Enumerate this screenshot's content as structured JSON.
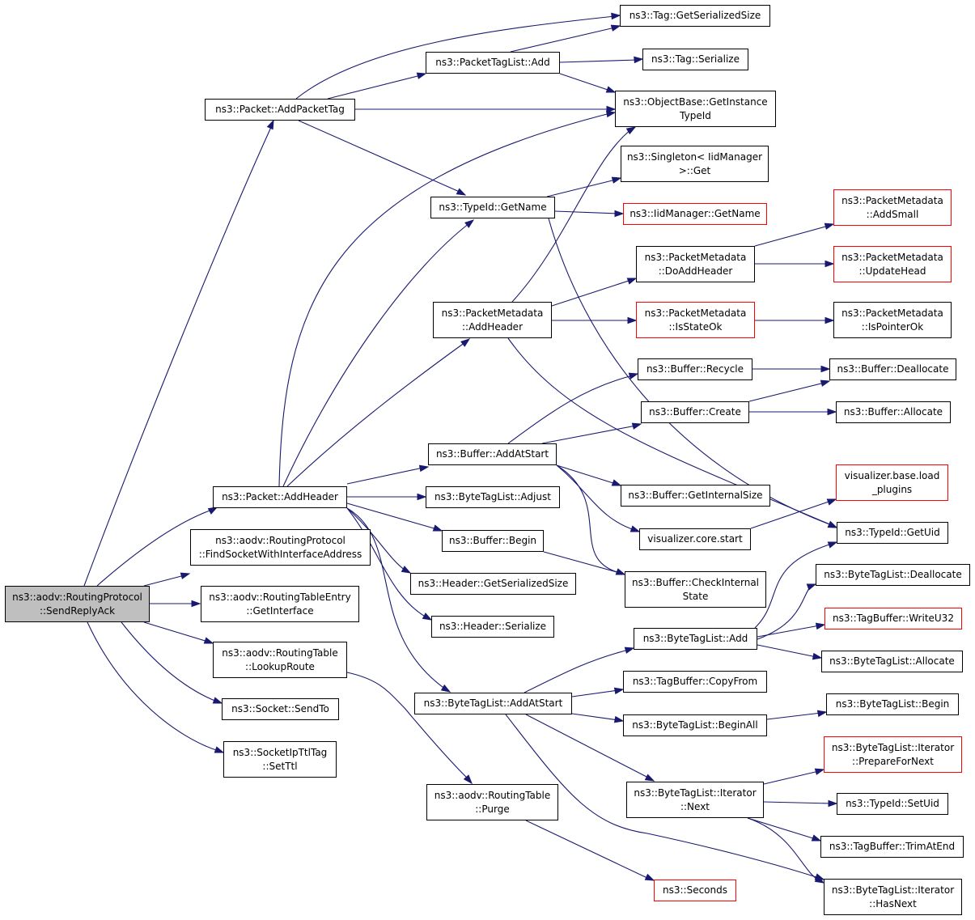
{
  "colors": {
    "edge": "#191970",
    "node_border": "#000000",
    "node_border_external": "#ff0000",
    "root_fill": "#bfbfbf"
  },
  "nodes": {
    "root": {
      "label": "ns3::aodv::RoutingProtocol\n::SendReplyAck"
    },
    "addPacketTag": {
      "label": "ns3::Packet::AddPacketTag"
    },
    "addHeader": {
      "label": "ns3::Packet::AddHeader"
    },
    "findSocket": {
      "label": "ns3::aodv::RoutingProtocol\n::FindSocketWithInterfaceAddress"
    },
    "getInterface": {
      "label": "ns3::aodv::RoutingTableEntry\n::GetInterface"
    },
    "lookupRoute": {
      "label": "ns3::aodv::RoutingTable\n::LookupRoute"
    },
    "sendTo": {
      "label": "ns3::Socket::SendTo"
    },
    "setTtl": {
      "label": "ns3::SocketIpTtlTag\n::SetTtl"
    },
    "ptlAdd": {
      "label": "ns3::PacketTagList::Add"
    },
    "typeGetName": {
      "label": "ns3::TypeId::GetName"
    },
    "pmAddHeader": {
      "label": "ns3::PacketMetadata\n::AddHeader"
    },
    "bufAddAtStart": {
      "label": "ns3::Buffer::AddAtStart"
    },
    "btlAdjust": {
      "label": "ns3::ByteTagList::Adjust"
    },
    "bufBegin": {
      "label": "ns3::Buffer::Begin"
    },
    "hdrSize": {
      "label": "ns3::Header::GetSerializedSize"
    },
    "hdrSerialize": {
      "label": "ns3::Header::Serialize"
    },
    "btlAddAtStart": {
      "label": "ns3::ByteTagList::AddAtStart"
    },
    "purge": {
      "label": "ns3::aodv::RoutingTable\n::Purge"
    },
    "tagSize": {
      "label": "ns3::Tag::GetSerializedSize"
    },
    "tagSerialize": {
      "label": "ns3::Tag::Serialize"
    },
    "getInstanceTypeId": {
      "label": "ns3::ObjectBase::GetInstance\nTypeId"
    },
    "singletonGet": {
      "label": "ns3::Singleton< IidManager\n>::Get"
    },
    "iidGetName": {
      "label": "ns3::IidManager::GetName"
    },
    "pmDoAddHeader": {
      "label": "ns3::PacketMetadata\n::DoAddHeader"
    },
    "pmIsStateOk": {
      "label": "ns3::PacketMetadata\n::IsStateOk"
    },
    "bufRecycle": {
      "label": "ns3::Buffer::Recycle"
    },
    "bufCreate": {
      "label": "ns3::Buffer::Create"
    },
    "bufInternalSize": {
      "label": "ns3::Buffer::GetInternalSize"
    },
    "vizStart": {
      "label": "visualizer.core.start"
    },
    "bufCheckInternal": {
      "label": "ns3::Buffer::CheckInternal\nState"
    },
    "btlAdd": {
      "label": "ns3::ByteTagList::Add"
    },
    "tbCopyFrom": {
      "label": "ns3::TagBuffer::CopyFrom"
    },
    "btlBeginAll": {
      "label": "ns3::ByteTagList::BeginAll"
    },
    "itNext": {
      "label": "ns3::ByteTagList::Iterator\n::Next"
    },
    "seconds": {
      "label": "ns3::Seconds"
    },
    "pmAddSmall": {
      "label": "ns3::PacketMetadata\n::AddSmall"
    },
    "pmUpdateHead": {
      "label": "ns3::PacketMetadata\n::UpdateHead"
    },
    "pmIsPointerOk": {
      "label": "ns3::PacketMetadata\n::IsPointerOk"
    },
    "bufDeallocate": {
      "label": "ns3::Buffer::Deallocate"
    },
    "bufAllocate": {
      "label": "ns3::Buffer::Allocate"
    },
    "vizLoadPlugins": {
      "label": "visualizer.base.load\n_plugins"
    },
    "typeGetUid": {
      "label": "ns3::TypeId::GetUid"
    },
    "btlDeallocate": {
      "label": "ns3::ByteTagList::Deallocate"
    },
    "tbWriteU32": {
      "label": "ns3::TagBuffer::WriteU32"
    },
    "btlAllocate": {
      "label": "ns3::ByteTagList::Allocate"
    },
    "btlBegin": {
      "label": "ns3::ByteTagList::Begin"
    },
    "itPrepare": {
      "label": "ns3::ByteTagList::Iterator\n::PrepareForNext"
    },
    "typeSetUid": {
      "label": "ns3::TypeId::SetUid"
    },
    "tbTrimAtEnd": {
      "label": "ns3::TagBuffer::TrimAtEnd"
    },
    "itHasNext": {
      "label": "ns3::ByteTagList::Iterator\n::HasNext"
    }
  }
}
